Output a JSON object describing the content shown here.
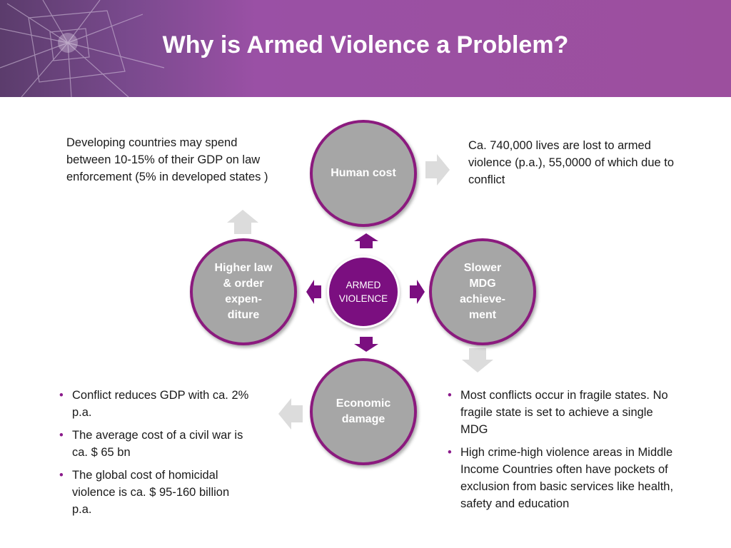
{
  "title": "Why is Armed Violence a Problem?",
  "colors": {
    "banner": "#9c4f9e",
    "circle_fill": "#a6a6a6",
    "circle_border": "#8b1a7e",
    "center_fill": "#7b0f80",
    "gray_arrow": "#dcdcdc"
  },
  "diagram": {
    "center": {
      "line1": "ARMED",
      "line2": "VIOLENCE"
    },
    "top": {
      "label": "Human cost"
    },
    "right": {
      "line1": "Slower",
      "line2": "MDG",
      "line3": "achieve-",
      "line4": "ment"
    },
    "bottom": {
      "line1": "Economic",
      "line2": "damage"
    },
    "left": {
      "line1": "Higher law",
      "line2": "& order",
      "line3": "expen-",
      "line4": "diture"
    }
  },
  "notes": {
    "top_left": "Developing countries may spend between 10-15% of their GDP on law enforcement (5% in developed states )",
    "top_right": "Ca. 740,000 lives are lost to armed violence (p.a.), 55,0000 of which due to conflict"
  },
  "bullets_left": [
    "Conflict reduces GDP with ca. 2% p.a.",
    "The average cost of a civil war is ca. $ 65 bn",
    "The global cost of homicidal violence is ca. $ 95-160 billion p.a."
  ],
  "bullets_right": [
    "Most conflicts occur in fragile states. No fragile state is set to achieve a single MDG",
    "High crime-high violence areas in Middle Income Countries often have pockets of  exclusion from basic services like health, safety and education"
  ]
}
